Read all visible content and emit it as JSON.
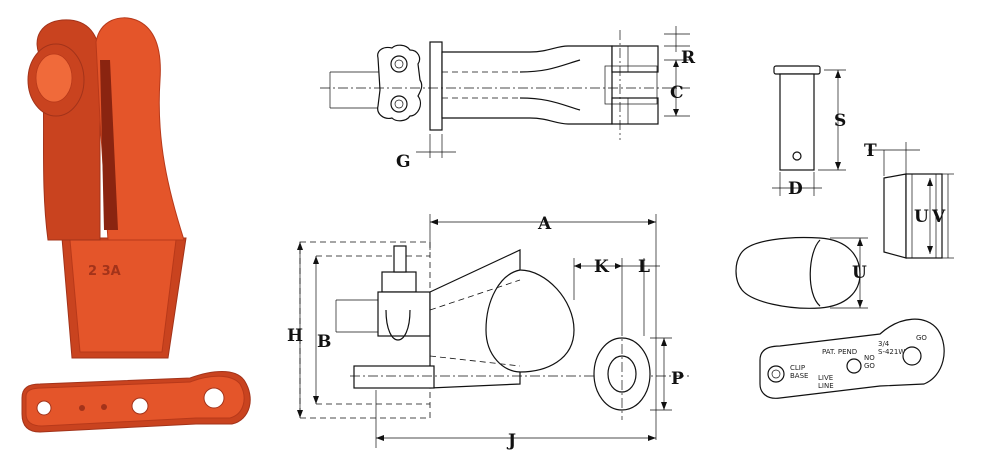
{
  "labels": {
    "A": "A",
    "B": "B",
    "C": "C",
    "D": "D",
    "G": "G",
    "H": "H",
    "J": "J",
    "K": "K",
    "L": "L",
    "P": "P",
    "R": "R",
    "S": "S",
    "T": "T",
    "U_clip": "U",
    "V": "V",
    "U_wedge": "U"
  },
  "clip_text": {
    "clip_base": [
      "CLIP",
      "BASE"
    ],
    "live_line": [
      "LIVE",
      "LINE"
    ],
    "pat_pend": "PAT. PEND",
    "no_go": [
      "NO",
      "GO"
    ],
    "size": [
      "3/4",
      "S-421W"
    ],
    "go": "GO"
  },
  "colors": {
    "casting": "#e4552a",
    "line": "#111111"
  }
}
